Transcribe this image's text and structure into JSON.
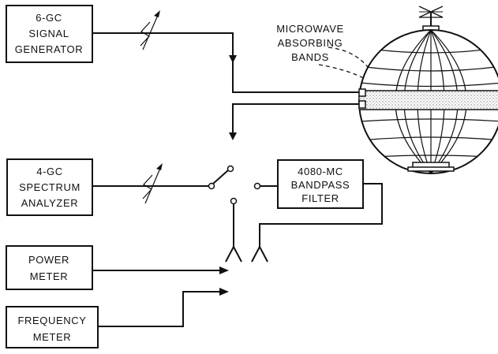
{
  "boxes": {
    "signal_generator": [
      "6-GC",
      "SIGNAL",
      "GENERATOR"
    ],
    "spectrum_analyzer": [
      "4-GC",
      "SPECTRUM",
      "ANALYZER"
    ],
    "bandpass_filter": [
      "4080-MC",
      "BANDPASS",
      "FILTER"
    ],
    "power_meter": [
      "POWER",
      "METER"
    ],
    "frequency_meter": [
      "FREQUENCY",
      "METER"
    ]
  },
  "callout": [
    "MICROWAVE",
    "ABSORBING",
    "BANDS"
  ]
}
